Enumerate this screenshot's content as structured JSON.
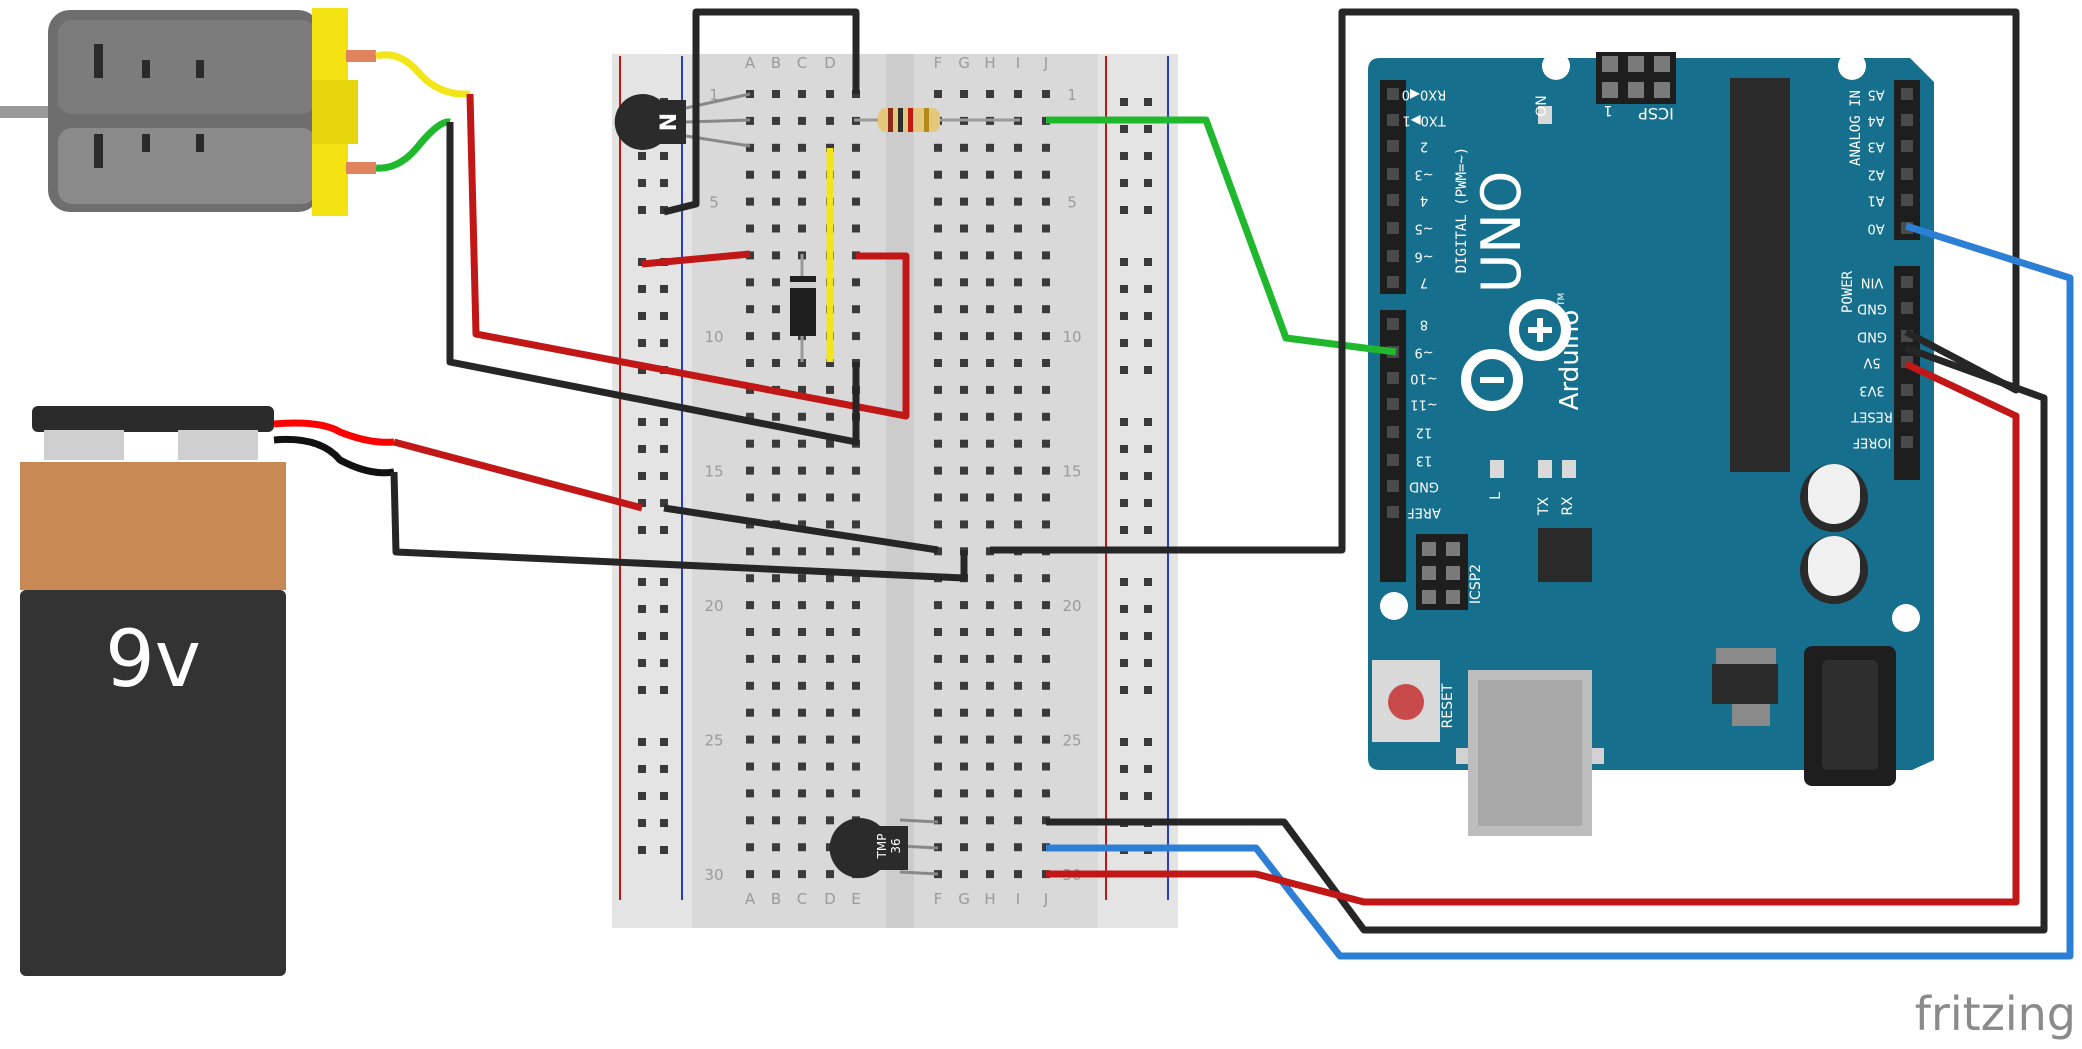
{
  "battery": {
    "label": "9v"
  },
  "breadboard": {
    "cols_left": [
      "A",
      "B",
      "C",
      "D",
      "E"
    ],
    "cols_right": [
      "F",
      "G",
      "H",
      "I",
      "J"
    ],
    "row_numbers": [
      "1",
      "5",
      "10",
      "15",
      "20",
      "25",
      "30"
    ]
  },
  "components": {
    "transistor_label": "N",
    "tmp_label_1": "TMP",
    "tmp_label_2": "36"
  },
  "arduino": {
    "uno_label": "UNO",
    "brand": "Arduino",
    "tm": "TM",
    "digital_label": "DIGITAL (PWM=~)",
    "analog_label": "ANALOG IN",
    "power_label": "POWER",
    "icsp_label": "ICSP",
    "icsp_pin1": "1",
    "icsp2_label": "ICSP2",
    "on_label": "ON",
    "l_label": "L",
    "tx_label": "TX",
    "rx_label": "RX",
    "reset_label": "RESET",
    "digital_pins": [
      "RX0◀0",
      "TX0▶1",
      "2",
      "~3",
      "4",
      "~5",
      "~6",
      "7",
      "8",
      "~9",
      "~10",
      "~11",
      "12",
      "13",
      "GND",
      "AREF"
    ],
    "analog_pins": [
      "A5",
      "A4",
      "A3",
      "A2",
      "A1",
      "A0"
    ],
    "power_pins": [
      "VIN",
      "GND",
      "GND",
      "5V",
      "3V3",
      "RESET",
      "IOREF"
    ]
  },
  "footer": {
    "brand": "fritzing"
  },
  "colors": {
    "board": "#166f8c",
    "breadboard": "#d9d9d9",
    "wire_red": "#c21717",
    "wire_black": "#262626",
    "wire_green": "#20b92e",
    "wire_blue": "#2d7fd6",
    "wire_yellow": "#f2e51a",
    "battery_top": "#c98955",
    "battery_body": "#333333"
  }
}
